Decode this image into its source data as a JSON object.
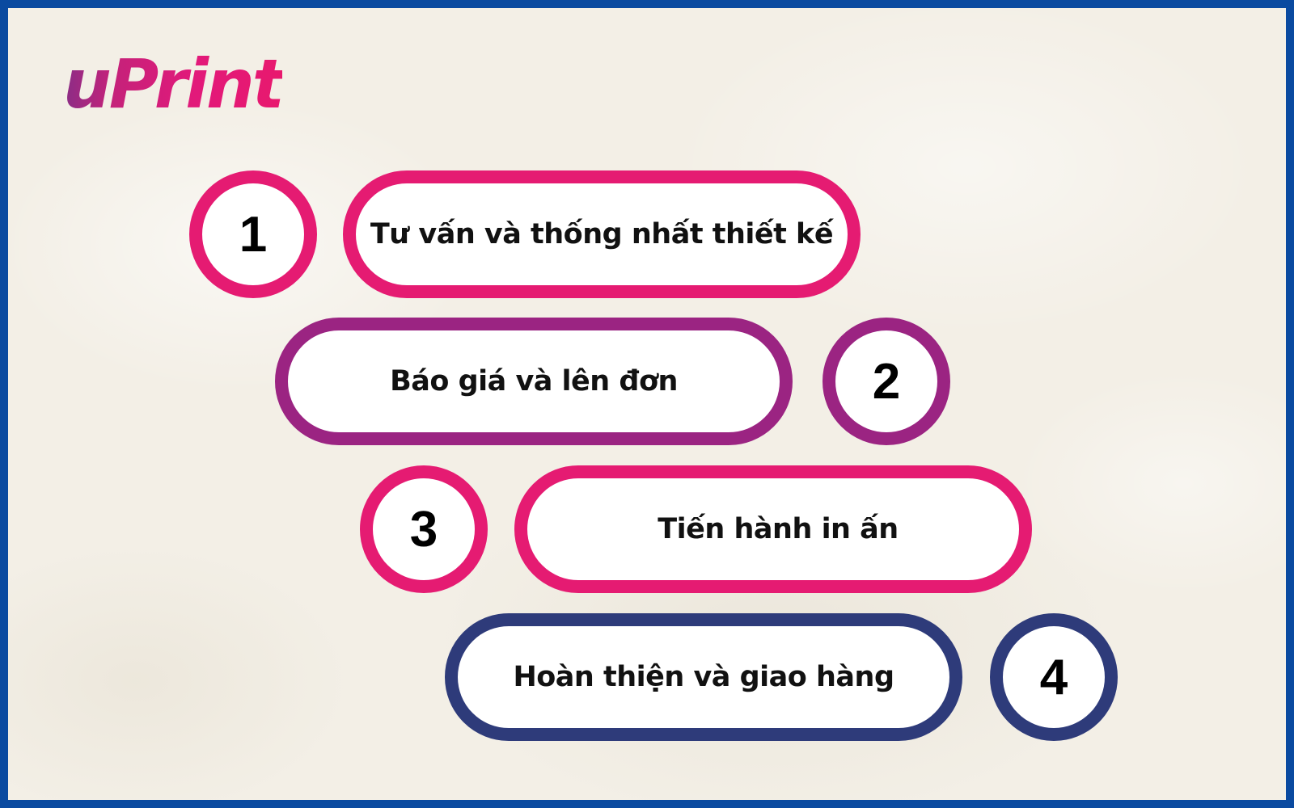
{
  "brand": {
    "logo_text": "uPrint"
  },
  "colors": {
    "frame": "#0a4aa0",
    "pink": "#e51b72",
    "purple": "#9b2482",
    "navy": "#2e3b7a",
    "background": "#f3efe6"
  },
  "steps": [
    {
      "number": "1",
      "label": "Tư vấn và thống nhất thiết kế",
      "color": "#e51b72"
    },
    {
      "number": "2",
      "label": "Báo giá và lên đơn",
      "color": "#9b2482"
    },
    {
      "number": "3",
      "label": "Tiến hành in ấn",
      "color": "#e51b72"
    },
    {
      "number": "4",
      "label": "Hoàn thiện và giao hàng",
      "color": "#2e3b7a"
    }
  ]
}
